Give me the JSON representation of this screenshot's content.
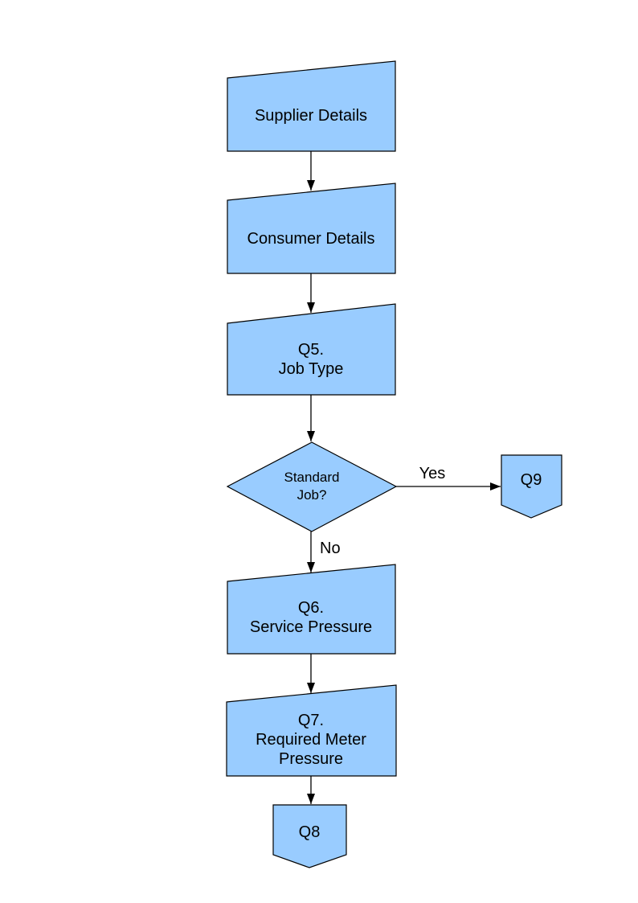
{
  "diagram": {
    "type": "flowchart",
    "colors": {
      "node_fill": "#99CCFF",
      "node_border": "#000000",
      "connector": "#000000",
      "text": "#000000",
      "background": "#FFFFFF"
    },
    "nodes": {
      "supplier_details": {
        "shape": "manual-input",
        "lines": [
          "Supplier Details"
        ]
      },
      "consumer_details": {
        "shape": "manual-input",
        "lines": [
          "Consumer Details"
        ]
      },
      "q5_job_type": {
        "shape": "manual-input",
        "lines": [
          "Q5.",
          "Job Type"
        ]
      },
      "standard_job": {
        "shape": "decision",
        "lines": [
          "Standard",
          "Job?"
        ]
      },
      "q9": {
        "shape": "off-page-connector",
        "lines": [
          "Q9"
        ]
      },
      "q6_service_pressure": {
        "shape": "manual-input",
        "lines": [
          "Q6.",
          "Service Pressure"
        ]
      },
      "q7_required_meter_pressure": {
        "shape": "manual-input",
        "lines": [
          "Q7.",
          "Required Meter",
          "Pressure"
        ]
      },
      "q8": {
        "shape": "off-page-connector",
        "lines": [
          "Q8"
        ]
      }
    },
    "edges": [
      {
        "from": "supplier_details",
        "to": "consumer_details",
        "label": ""
      },
      {
        "from": "consumer_details",
        "to": "q5_job_type",
        "label": ""
      },
      {
        "from": "q5_job_type",
        "to": "standard_job",
        "label": ""
      },
      {
        "from": "standard_job",
        "to": "q9",
        "label": "Yes"
      },
      {
        "from": "standard_job",
        "to": "q6_service_pressure",
        "label": "No"
      },
      {
        "from": "q6_service_pressure",
        "to": "q7_required_meter_pressure",
        "label": ""
      },
      {
        "from": "q7_required_meter_pressure",
        "to": "q8",
        "label": ""
      }
    ]
  }
}
